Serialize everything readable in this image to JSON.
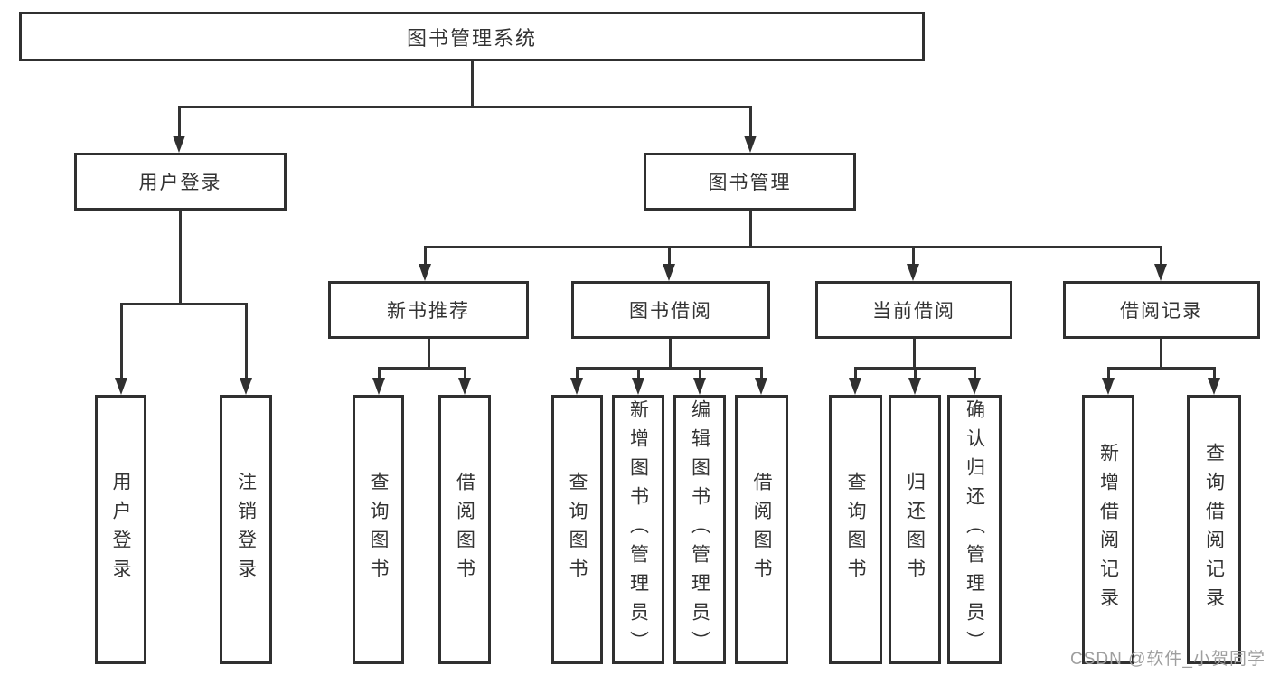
{
  "diagram": {
    "type": "tree",
    "title": "图书管理系统",
    "colors": {
      "line": "#333333",
      "text": "#333333",
      "box_background": "#ffffff",
      "watermark": "#9f9f9f"
    },
    "root": {
      "label": "图书管理系统"
    },
    "level2": {
      "user_login": {
        "label": "用户登录"
      },
      "book_mgmt": {
        "label": "图书管理"
      }
    },
    "level3": {
      "new_books": {
        "label": "新书推荐"
      },
      "book_borrow": {
        "label": "图书借阅"
      },
      "current_borrow": {
        "label": "当前借阅"
      },
      "borrow_records": {
        "label": "借阅记录"
      }
    },
    "leaves": {
      "login": [
        "用户登录",
        "注销登录"
      ],
      "new_books": [
        "查询图书",
        "借阅图书"
      ],
      "book_borrow": [
        "查询图书",
        "新增图书（管理员）",
        "编辑图书（管理员）",
        "借阅图书"
      ],
      "current_borrow": [
        "查询图书",
        "归还图书",
        "确认归还（管理员）"
      ],
      "borrow_records": [
        "新增借阅记录",
        "查询借阅记录"
      ]
    }
  },
  "watermark": {
    "text": "CSDN @软件_小贺同学"
  }
}
